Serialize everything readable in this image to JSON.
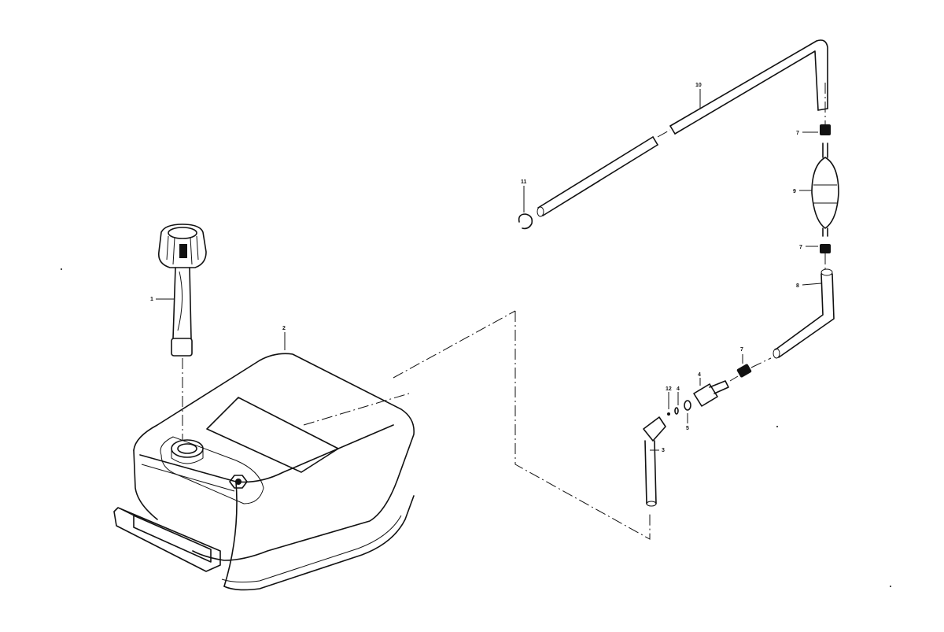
{
  "diagram": {
    "type": "exploded-parts-diagram",
    "callouts": [
      {
        "id": "c1",
        "label": "1"
      },
      {
        "id": "c2",
        "label": "2"
      },
      {
        "id": "c3",
        "label": "3"
      },
      {
        "id": "c4a",
        "label": "4"
      },
      {
        "id": "c4b",
        "label": "4"
      },
      {
        "id": "c5",
        "label": "5"
      },
      {
        "id": "c7a",
        "label": "7"
      },
      {
        "id": "c7b",
        "label": "7"
      },
      {
        "id": "c7c",
        "label": "7"
      },
      {
        "id": "c8",
        "label": "8"
      },
      {
        "id": "c9",
        "label": "9"
      },
      {
        "id": "c10",
        "label": "10"
      },
      {
        "id": "c11",
        "label": "11"
      },
      {
        "id": "c12",
        "label": "12"
      }
    ]
  }
}
